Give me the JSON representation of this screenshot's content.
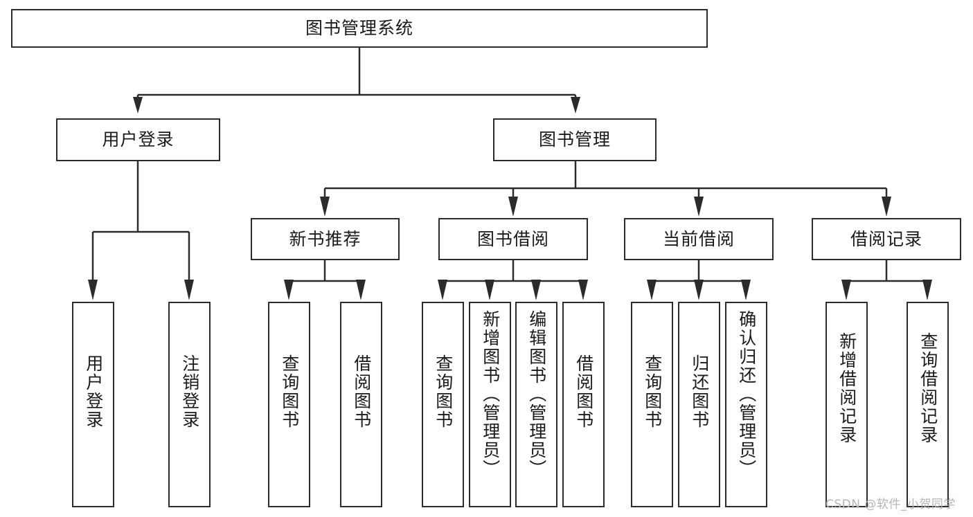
{
  "diagram": {
    "title": "图书管理系统",
    "type": "tree-hierarchy",
    "root": {
      "label": "图书管理系统"
    },
    "level2": [
      {
        "label": "用户登录"
      },
      {
        "label": "图书管理"
      }
    ],
    "level3": [
      {
        "label": "新书推荐"
      },
      {
        "label": "图书借阅"
      },
      {
        "label": "当前借阅"
      },
      {
        "label": "借阅记录"
      }
    ],
    "leaves": {
      "user_login": [
        {
          "label": "用户登录"
        },
        {
          "label": "注销登录"
        }
      ],
      "new_book_recommend": [
        {
          "label": "查询图书"
        },
        {
          "label": "借阅图书"
        }
      ],
      "book_borrow": [
        {
          "label": "查询图书"
        },
        {
          "label": "新增图书（管理员）"
        },
        {
          "label": "编辑图书（管理员）"
        },
        {
          "label": "借阅图书"
        }
      ],
      "current_borrow": [
        {
          "label": "查询图书"
        },
        {
          "label": "归还图书"
        },
        {
          "label": "确认归还（管理员）"
        }
      ],
      "borrow_record": [
        {
          "label": "新增借阅记录"
        },
        {
          "label": "查询借阅记录"
        }
      ]
    }
  },
  "watermark": {
    "text": "CSDN @软件_小贺同学"
  },
  "colors": {
    "stroke": "#2b2b2b",
    "fill": "#ffffff",
    "text": "#1a1a1a",
    "watermark": "#b5b5b5"
  }
}
